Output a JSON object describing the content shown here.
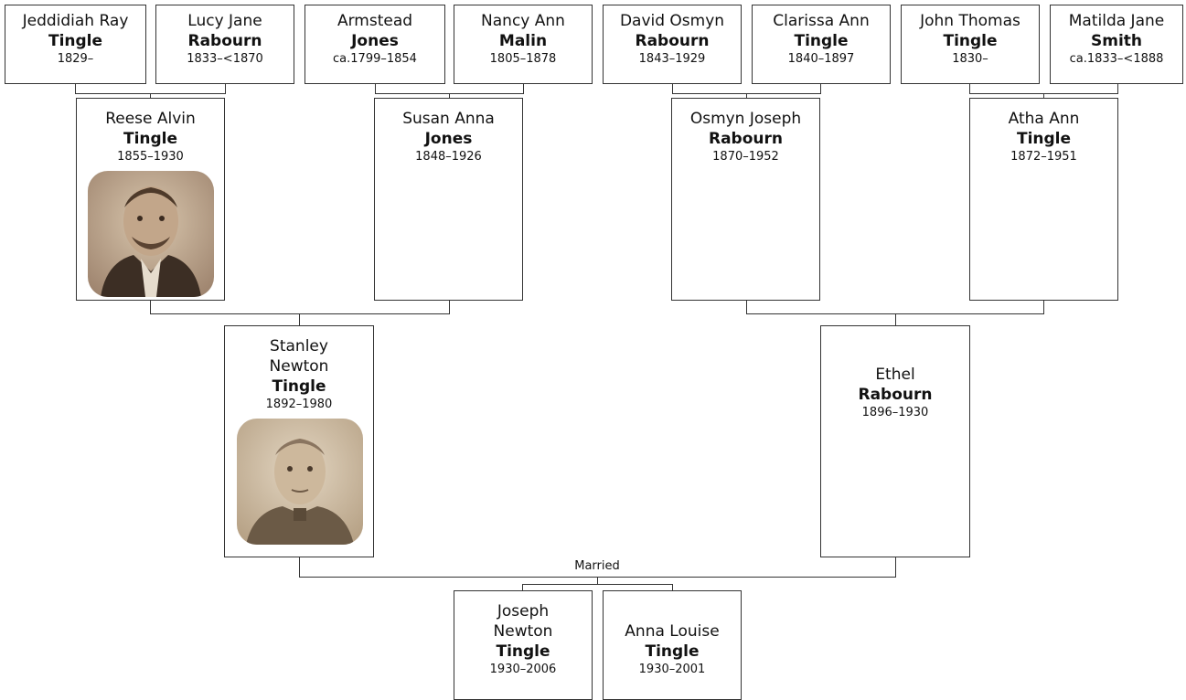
{
  "tree": {
    "great_grandparents": [
      {
        "given": "Jeddidiah Ray",
        "surname": "Tingle",
        "dates": "1829–"
      },
      {
        "given": "Lucy Jane",
        "surname": "Rabourn",
        "dates": "1833–<1870"
      },
      {
        "given": "Armstead",
        "surname": "Jones",
        "dates": "ca.1799–1854"
      },
      {
        "given": "Nancy Ann",
        "surname": "Malin",
        "dates": "1805–1878"
      },
      {
        "given": "David Osmyn",
        "surname": "Rabourn",
        "dates": "1843–1929"
      },
      {
        "given": "Clarissa Ann",
        "surname": "Tingle",
        "dates": "1840–1897"
      },
      {
        "given": "John Thomas",
        "surname": "Tingle",
        "dates": "1830–"
      },
      {
        "given": "Matilda Jane",
        "surname": "Smith",
        "dates": "ca.1833–<1888"
      }
    ],
    "grandparents": [
      {
        "given": "Reese Alvin",
        "surname": "Tingle",
        "dates": "1855–1930",
        "photo": "portrait-mustached-man"
      },
      {
        "given": "Susan Anna",
        "surname": "Jones",
        "dates": "1848–1926"
      },
      {
        "given": "Osmyn Joseph",
        "surname": "Rabourn",
        "dates": "1870–1952"
      },
      {
        "given": "Atha Ann",
        "surname": "Tingle",
        "dates": "1872–1951"
      }
    ],
    "parents": [
      {
        "given": "Stanley Newton",
        "surname": "Tingle",
        "dates": "1892–1980",
        "photo": "portrait-uniformed-man"
      },
      {
        "given": "Ethel",
        "surname": "Rabourn",
        "dates": "1896–1930"
      }
    ],
    "married_label": "Married",
    "children": [
      {
        "given": "Joseph Newton",
        "surname": "Tingle",
        "dates": "1930–2006"
      },
      {
        "given": "Anna Louise",
        "surname": "Tingle",
        "dates": "1930–2001"
      }
    ]
  },
  "colors": {
    "line": "#333333",
    "photo_sepia_light": "#c9b69c",
    "photo_sepia_dark": "#4a3a2c"
  }
}
